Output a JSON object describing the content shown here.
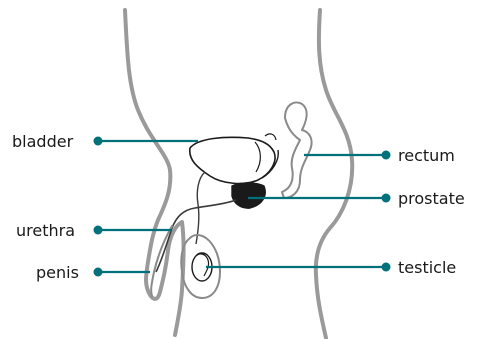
{
  "labels": {
    "bladder": "bladder",
    "urethra": "urethra",
    "penis": "penis",
    "rectum": "rectum",
    "prostate": "prostate",
    "testicle": "testicle"
  },
  "colors": {
    "leader": "#00707a",
    "body_outline": "#9a9a9a",
    "organ_outline": "#1a1a1a",
    "prostate_fill": "#1a1a1a"
  }
}
